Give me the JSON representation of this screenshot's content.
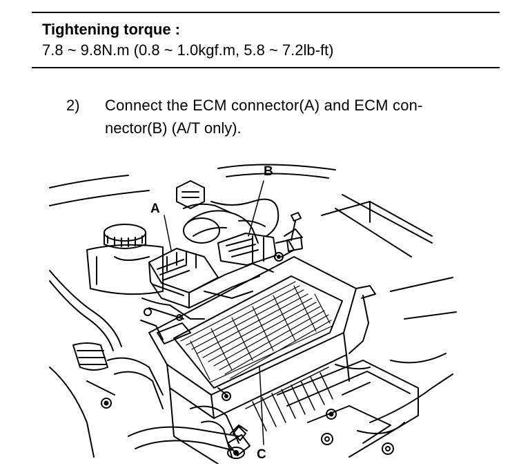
{
  "torque_box": {
    "title": "Tightening torque :",
    "value": "7.8 ~ 9.8N.m (0.8 ~ 1.0kgf.m, 5.8 ~ 7.2lb-ft)"
  },
  "step": {
    "number": "2)",
    "line1": "Connect the ECM connector(A) and ECM con-",
    "line2": "nector(B) (A/T only)."
  },
  "figure": {
    "callouts": {
      "a": "A",
      "b": "B",
      "c": "C"
    }
  }
}
